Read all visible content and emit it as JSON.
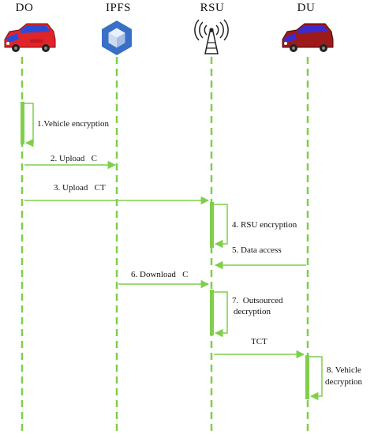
{
  "participants": [
    {
      "id": "do",
      "label": "DO",
      "icon": "red-car-icon"
    },
    {
      "id": "ipfs",
      "label": "IPFS",
      "icon": "ipfs-cube-icon"
    },
    {
      "id": "rsu",
      "label": "RSU",
      "icon": "antenna-tower-icon"
    },
    {
      "id": "du",
      "label": "DU",
      "icon": "dark-red-car-icon"
    }
  ],
  "messages": {
    "m1": "1.Vehicle encryption",
    "m2": "2. Upload   C",
    "m3": "3. Upload   CT",
    "m4": "4. RSU encryption",
    "m5": "5. Data access",
    "m6": "6. Download   C",
    "m7a": "7.  Outsourced",
    "m7b": "decryption",
    "m8": "TCT",
    "m9a": "8. Vehicle",
    "m9b": "decryption"
  },
  "colors": {
    "lifeline": "#7fcf4a",
    "arrow": "#7fcf4a",
    "car_do_body": "#e0242a",
    "car_do_roof": "#2b4bd6",
    "car_du_body": "#9c1a1a",
    "car_du_roof": "#3a2bd0",
    "ipfs_cube": "#3a6fc6"
  }
}
